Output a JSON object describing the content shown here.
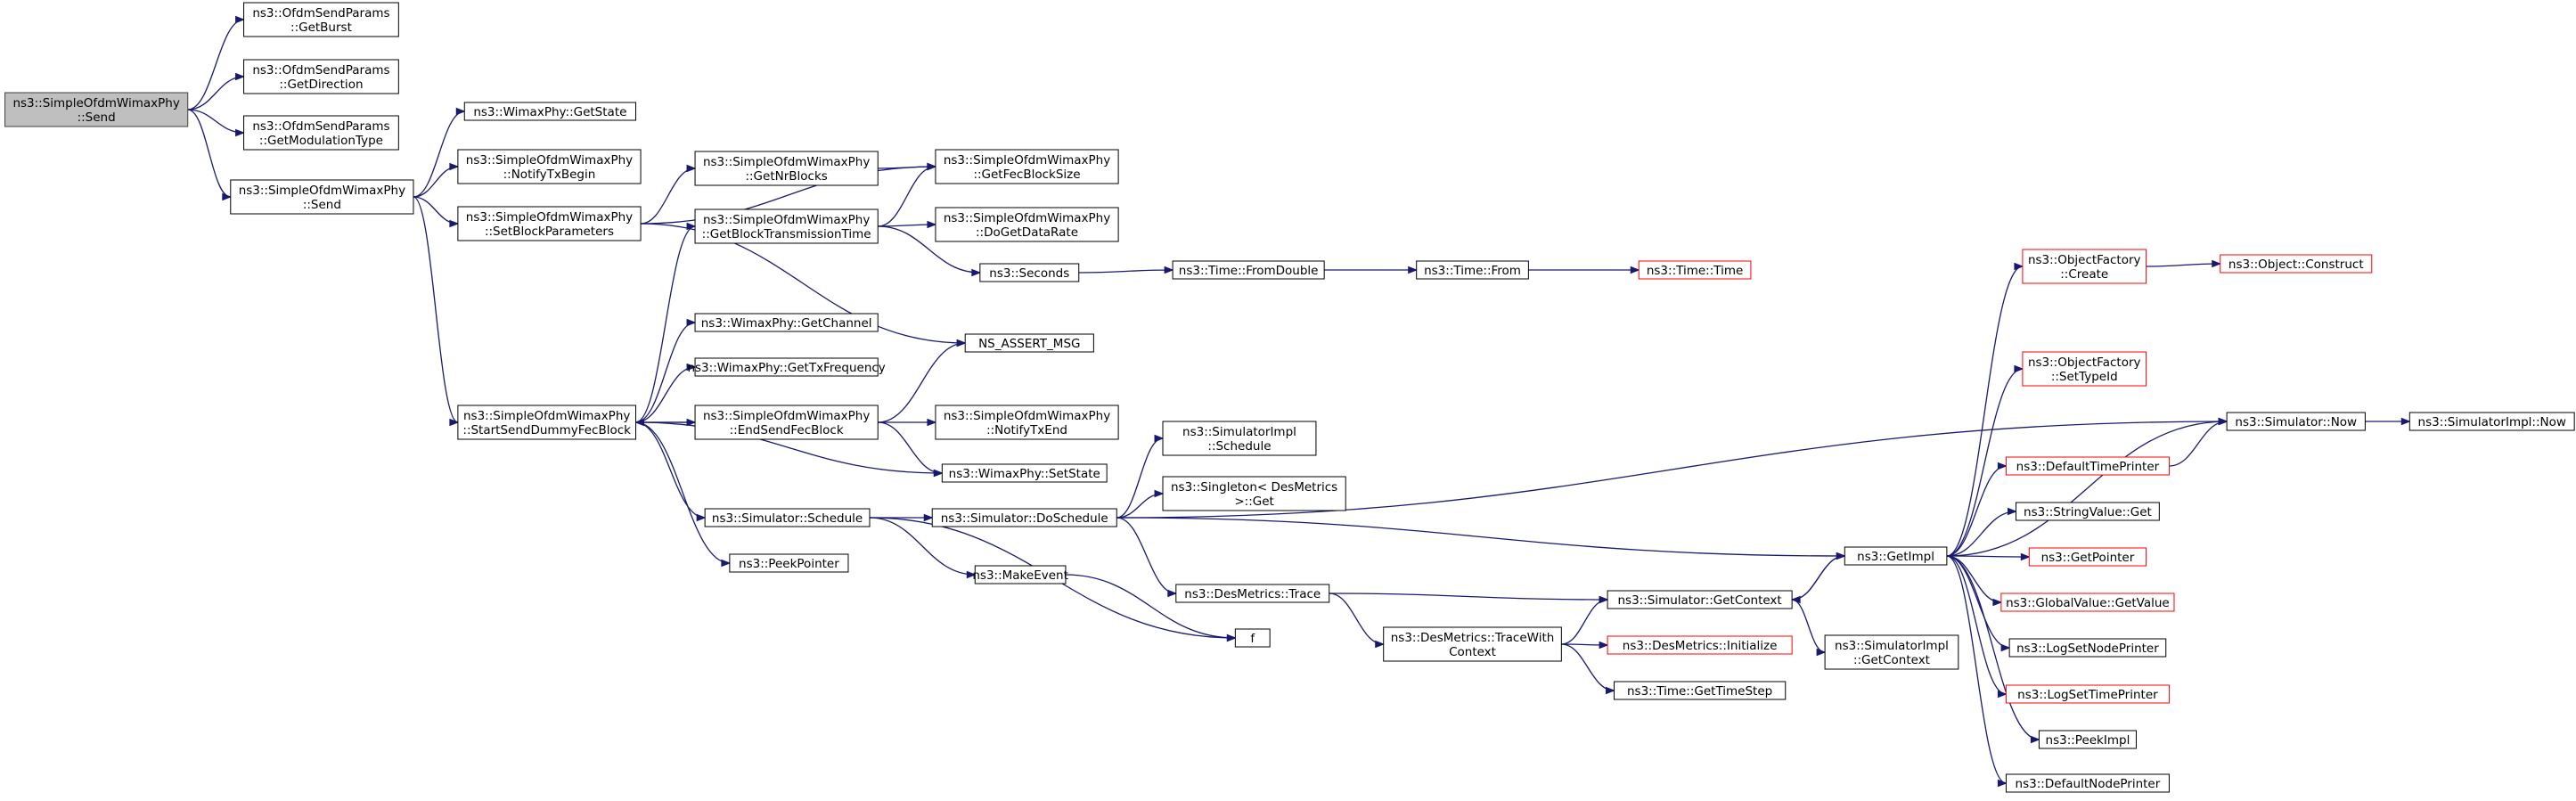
{
  "nodes": [
    {
      "id": "n0",
      "lines": [
        "ns3::SimpleOfdmWimaxPhy",
        "::Send"
      ],
      "style": "highlight"
    },
    {
      "id": "n1",
      "lines": [
        "ns3::OfdmSendParams",
        "::GetBurst"
      ],
      "style": "normal"
    },
    {
      "id": "n2",
      "lines": [
        "ns3::OfdmSendParams",
        "::GetDirection"
      ],
      "style": "normal"
    },
    {
      "id": "n3",
      "lines": [
        "ns3::OfdmSendParams",
        "::GetModulationType"
      ],
      "style": "normal"
    },
    {
      "id": "n4",
      "lines": [
        "ns3::SimpleOfdmWimaxPhy",
        "::Send"
      ],
      "style": "normal"
    },
    {
      "id": "n5",
      "lines": [
        "ns3::WimaxPhy::GetState"
      ],
      "style": "normal"
    },
    {
      "id": "n6",
      "lines": [
        "ns3::SimpleOfdmWimaxPhy",
        "::NotifyTxBegin"
      ],
      "style": "normal"
    },
    {
      "id": "n7",
      "lines": [
        "ns3::SimpleOfdmWimaxPhy",
        "::SetBlockParameters"
      ],
      "style": "normal"
    },
    {
      "id": "n8",
      "lines": [
        "ns3::SimpleOfdmWimaxPhy",
        "::StartSendDummyFecBlock"
      ],
      "style": "normal"
    },
    {
      "id": "n9",
      "lines": [
        "ns3::SimpleOfdmWimaxPhy",
        "::GetNrBlocks"
      ],
      "style": "normal"
    },
    {
      "id": "n10",
      "lines": [
        "ns3::SimpleOfdmWimaxPhy",
        "::GetFecBlockSize"
      ],
      "style": "normal"
    },
    {
      "id": "n11",
      "lines": [
        "ns3::SimpleOfdmWimaxPhy",
        "::GetBlockTransmissionTime"
      ],
      "style": "normal"
    },
    {
      "id": "n12",
      "lines": [
        "ns3::SimpleOfdmWimaxPhy",
        "::DoGetDataRate"
      ],
      "style": "normal"
    },
    {
      "id": "n13",
      "lines": [
        "ns3::Seconds"
      ],
      "style": "normal"
    },
    {
      "id": "n14",
      "lines": [
        "ns3::Time::FromDouble"
      ],
      "style": "normal"
    },
    {
      "id": "n15",
      "lines": [
        "ns3::Time::From"
      ],
      "style": "normal"
    },
    {
      "id": "n16",
      "lines": [
        "ns3::Time::Time"
      ],
      "style": "truncated"
    },
    {
      "id": "n17",
      "lines": [
        "NS_ASSERT_MSG"
      ],
      "style": "normal"
    },
    {
      "id": "n18",
      "lines": [
        "ns3::WimaxPhy::GetChannel"
      ],
      "style": "normal"
    },
    {
      "id": "n19",
      "lines": [
        "ns3::WimaxPhy::GetTxFrequency"
      ],
      "style": "normal"
    },
    {
      "id": "n20",
      "lines": [
        "ns3::SimpleOfdmWimaxPhy",
        "::EndSendFecBlock"
      ],
      "style": "normal"
    },
    {
      "id": "n21",
      "lines": [
        "ns3::SimpleOfdmWimaxPhy",
        "::NotifyTxEnd"
      ],
      "style": "normal"
    },
    {
      "id": "n22",
      "lines": [
        "ns3::WimaxPhy::SetState"
      ],
      "style": "normal"
    },
    {
      "id": "n23",
      "lines": [
        "ns3::Simulator::Schedule"
      ],
      "style": "normal"
    },
    {
      "id": "n24",
      "lines": [
        "ns3::Simulator::DoSchedule"
      ],
      "style": "normal"
    },
    {
      "id": "n25",
      "lines": [
        "ns3::PeekPointer"
      ],
      "style": "normal"
    },
    {
      "id": "n26",
      "lines": [
        "ns3::MakeEvent"
      ],
      "style": "normal"
    },
    {
      "id": "n27",
      "lines": [
        "f"
      ],
      "style": "normal"
    },
    {
      "id": "n28",
      "lines": [
        "ns3::SimulatorImpl",
        "::Schedule"
      ],
      "style": "normal"
    },
    {
      "id": "n29",
      "lines": [
        "ns3::Singleton< DesMetrics",
        ">::Get"
      ],
      "style": "normal"
    },
    {
      "id": "n30",
      "lines": [
        "ns3::DesMetrics::Trace"
      ],
      "style": "normal"
    },
    {
      "id": "n31",
      "lines": [
        "ns3::DesMetrics::TraceWith",
        "Context"
      ],
      "style": "normal"
    },
    {
      "id": "n32",
      "lines": [
        "ns3::Simulator::GetContext"
      ],
      "style": "normal"
    },
    {
      "id": "n33",
      "lines": [
        "ns3::DesMetrics::Initialize"
      ],
      "style": "truncated"
    },
    {
      "id": "n34",
      "lines": [
        "ns3::Time::GetTimeStep"
      ],
      "style": "normal"
    },
    {
      "id": "n35",
      "lines": [
        "ns3::SimulatorImpl",
        "::GetContext"
      ],
      "style": "normal"
    },
    {
      "id": "n36",
      "lines": [
        "ns3::GetImpl"
      ],
      "style": "normal"
    },
    {
      "id": "n37",
      "lines": [
        "ns3::ObjectFactory",
        "::Create"
      ],
      "style": "truncated"
    },
    {
      "id": "n38",
      "lines": [
        "ns3::Object::Construct"
      ],
      "style": "truncated"
    },
    {
      "id": "n39",
      "lines": [
        "ns3::ObjectFactory",
        "::SetTypeId"
      ],
      "style": "truncated"
    },
    {
      "id": "n40",
      "lines": [
        "ns3::Simulator::Now"
      ],
      "style": "normal"
    },
    {
      "id": "n41",
      "lines": [
        "ns3::SimulatorImpl::Now"
      ],
      "style": "normal"
    },
    {
      "id": "n42",
      "lines": [
        "ns3::DefaultTimePrinter"
      ],
      "style": "truncated"
    },
    {
      "id": "n43",
      "lines": [
        "ns3::StringValue::Get"
      ],
      "style": "normal"
    },
    {
      "id": "n44",
      "lines": [
        "ns3::GetPointer"
      ],
      "style": "truncated"
    },
    {
      "id": "n45",
      "lines": [
        "ns3::GlobalValue::GetValue"
      ],
      "style": "truncated"
    },
    {
      "id": "n46",
      "lines": [
        "ns3::LogSetNodePrinter"
      ],
      "style": "normal"
    },
    {
      "id": "n47",
      "lines": [
        "ns3::LogSetTimePrinter"
      ],
      "style": "truncated"
    },
    {
      "id": "n48",
      "lines": [
        "ns3::PeekImpl"
      ],
      "style": "normal"
    },
    {
      "id": "n49",
      "lines": [
        "ns3::DefaultNodePrinter"
      ],
      "style": "normal"
    }
  ],
  "edges": [
    {
      "from": "n0",
      "to": "n1"
    },
    {
      "from": "n0",
      "to": "n2"
    },
    {
      "from": "n0",
      "to": "n3"
    },
    {
      "from": "n0",
      "to": "n4"
    },
    {
      "from": "n4",
      "to": "n5"
    },
    {
      "from": "n4",
      "to": "n6"
    },
    {
      "from": "n4",
      "to": "n7"
    },
    {
      "from": "n4",
      "to": "n8"
    },
    {
      "from": "n7",
      "to": "n9"
    },
    {
      "from": "n7",
      "to": "n10"
    },
    {
      "from": "n7",
      "to": "n17"
    },
    {
      "from": "n9",
      "to": "n10"
    },
    {
      "from": "n11",
      "to": "n10"
    },
    {
      "from": "n11",
      "to": "n12"
    },
    {
      "from": "n11",
      "to": "n13"
    },
    {
      "from": "n13",
      "to": "n14"
    },
    {
      "from": "n14",
      "to": "n15"
    },
    {
      "from": "n15",
      "to": "n16"
    },
    {
      "from": "n8",
      "to": "n11"
    },
    {
      "from": "n8",
      "to": "n18"
    },
    {
      "from": "n8",
      "to": "n19"
    },
    {
      "from": "n8",
      "to": "n20"
    },
    {
      "from": "n8",
      "to": "n22"
    },
    {
      "from": "n8",
      "to": "n23"
    },
    {
      "from": "n8",
      "to": "n25"
    },
    {
      "from": "n20",
      "to": "n8"
    },
    {
      "from": "n20",
      "to": "n17"
    },
    {
      "from": "n20",
      "to": "n21"
    },
    {
      "from": "n20",
      "to": "n22"
    },
    {
      "from": "n23",
      "to": "n24"
    },
    {
      "from": "n23",
      "to": "n26"
    },
    {
      "from": "n23",
      "to": "n27"
    },
    {
      "from": "n26",
      "to": "n27"
    },
    {
      "from": "n24",
      "to": "n40"
    },
    {
      "from": "n24",
      "to": "n28"
    },
    {
      "from": "n24",
      "to": "n29"
    },
    {
      "from": "n24",
      "to": "n36"
    },
    {
      "from": "n24",
      "to": "n30"
    },
    {
      "from": "n30",
      "to": "n32"
    },
    {
      "from": "n30",
      "to": "n31"
    },
    {
      "from": "n31",
      "to": "n32"
    },
    {
      "from": "n31",
      "to": "n33"
    },
    {
      "from": "n31",
      "to": "n34"
    },
    {
      "from": "n32",
      "to": "n36"
    },
    {
      "from": "n32",
      "to": "n35"
    },
    {
      "from": "n36",
      "to": "n32"
    },
    {
      "from": "n36",
      "to": "n37"
    },
    {
      "from": "n36",
      "to": "n39"
    },
    {
      "from": "n36",
      "to": "n40"
    },
    {
      "from": "n36",
      "to": "n42"
    },
    {
      "from": "n36",
      "to": "n43"
    },
    {
      "from": "n36",
      "to": "n44"
    },
    {
      "from": "n36",
      "to": "n45"
    },
    {
      "from": "n36",
      "to": "n46"
    },
    {
      "from": "n36",
      "to": "n47"
    },
    {
      "from": "n36",
      "to": "n48"
    },
    {
      "from": "n36",
      "to": "n49"
    },
    {
      "from": "n37",
      "to": "n38"
    },
    {
      "from": "n40",
      "to": "n41"
    },
    {
      "from": "n42",
      "to": "n40"
    }
  ]
}
